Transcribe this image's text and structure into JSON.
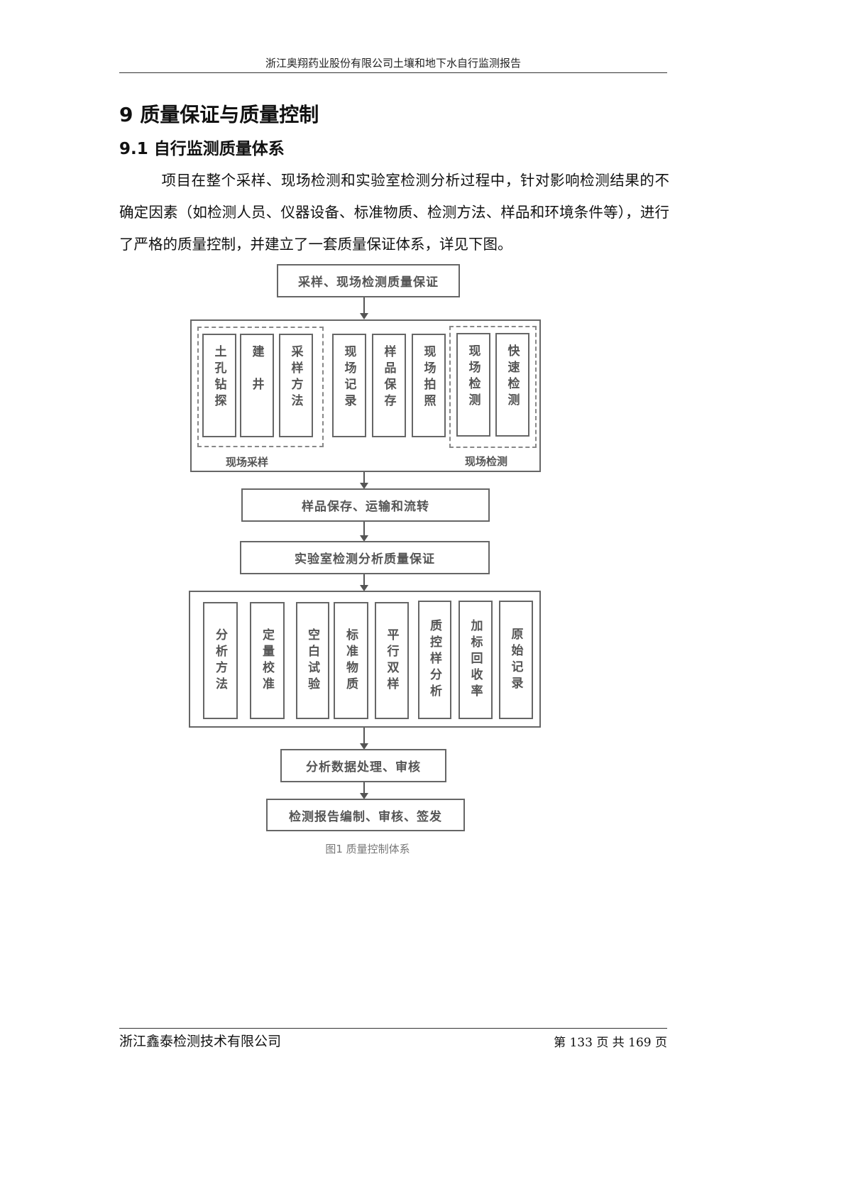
{
  "header": "浙江奥翔药业股份有限公司土壤和地下水自行监测报告",
  "heading1": "9 质量保证与质量控制",
  "heading2": "9.1 自行监测质量体系",
  "paragraph": "项目在整个采样、现场检测和实验室检测分析过程中，针对影响检测结果的不确定因素（如检测人员、仪器设备、标准物质、检测方法、样品和环境条件等），进行了严格的质量控制，并建立了一套质量保证体系，详见下图。",
  "diagram": {
    "step1": "采样、现场检测质量保证",
    "field_items": [
      "土孔钻探",
      "建　井",
      "采样方法",
      "现场记录",
      "样品保存",
      "现场拍照",
      "现场检测",
      "快速检测"
    ],
    "group_sampling": "现场采样",
    "group_testing": "现场检测",
    "step2": "样品保存、运输和流转",
    "step3": "实验室检测分析质量保证",
    "lab_items": [
      "分析方法",
      "定量校准",
      "空白试验",
      "标准物质",
      "平行双样",
      "质控样分析",
      "加标回收率",
      "原始记录"
    ],
    "step4": "分析数据处理、审核",
    "step5": "检测报告编制、审核、签发",
    "caption": "图1  质量控制体系"
  },
  "footer": {
    "company": "浙江鑫泰检测技术有限公司",
    "page": "第 133 页 共 169 页"
  }
}
